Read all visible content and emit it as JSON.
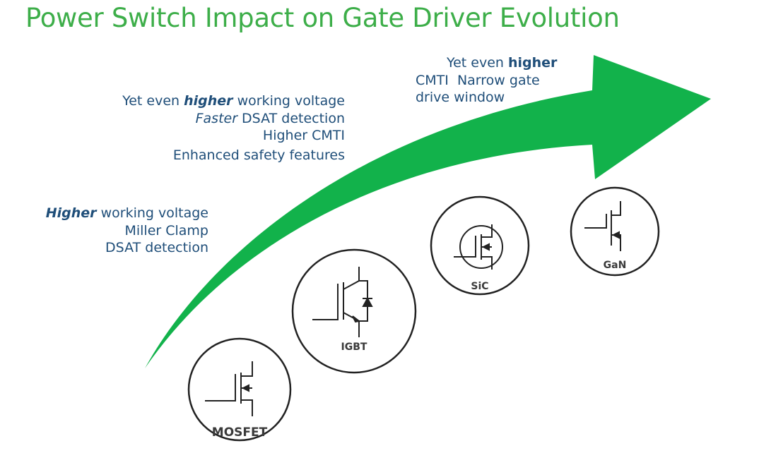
{
  "title": "Power Switch Impact on Gate Driver Evolution",
  "colors": {
    "title_green": "#3dae49",
    "arrow_green": "#12b24b",
    "text_blue": "#1f4e79"
  },
  "stages": [
    {
      "device": "MOSFET",
      "icon": "mosfet-symbol-icon",
      "features": [
        {
          "prefix": "",
          "emph": "Higher",
          "suffix": " working voltage"
        },
        {
          "prefix": "Miller Clamp",
          "emph": "",
          "suffix": ""
        },
        {
          "prefix": "DSAT detection",
          "emph": "",
          "suffix": ""
        }
      ]
    },
    {
      "device": "IGBT",
      "icon": "igbt-symbol-icon",
      "features": [
        {
          "prefix": "Yet even ",
          "emph": "higher",
          "suffix": " working voltage"
        },
        {
          "prefix": "",
          "emph": "Faster",
          "suffix": " DSAT detection"
        },
        {
          "prefix": "Higher CMTI",
          "emph": "",
          "suffix": ""
        },
        {
          "prefix": "Enhanced safety features",
          "emph": "",
          "suffix": ""
        }
      ]
    },
    {
      "device": "SiC",
      "icon": "sic-mosfet-symbol-icon",
      "features": [
        {
          "prefix": "Yet even ",
          "emph": "higher",
          "suffix": ""
        },
        {
          "prefix": "CMTI  Narrow gate",
          "emph": "",
          "suffix": ""
        },
        {
          "prefix": "drive window",
          "emph": "",
          "suffix": ""
        }
      ]
    },
    {
      "device": "GaN",
      "icon": "gan-fet-symbol-icon",
      "features": []
    }
  ]
}
